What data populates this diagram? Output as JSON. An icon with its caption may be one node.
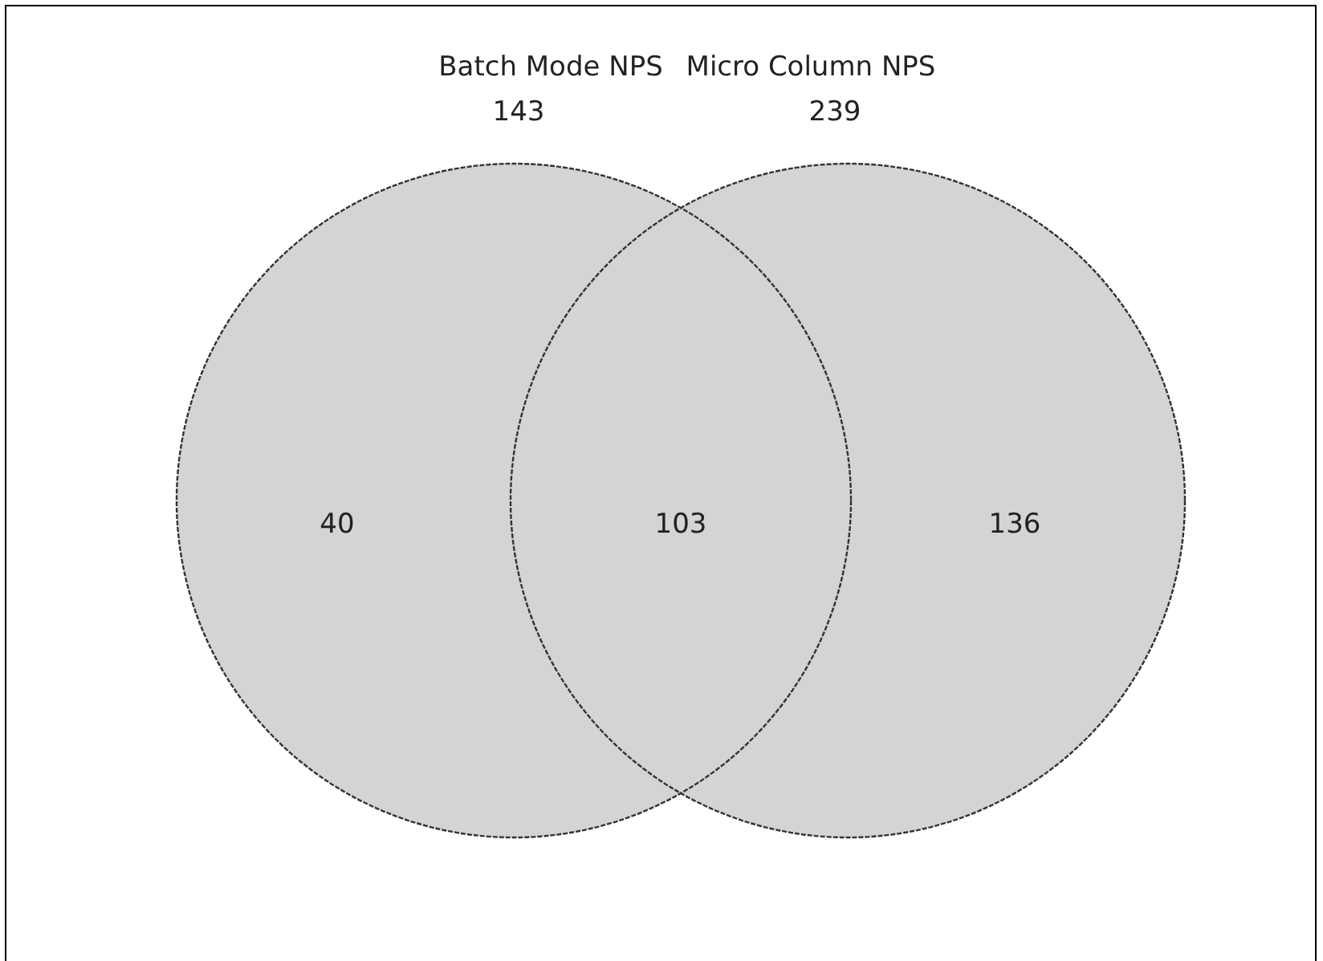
{
  "diagram": {
    "nodes": [
      {
        "text": [
          "Batch Mode NPS",
          "143",
          "40"
        ]
      },
      {
        "text": [
          "Micro Column NPS",
          "239",
          "136"
        ]
      }
    ],
    "labels": [
      "103"
    ]
  }
}
